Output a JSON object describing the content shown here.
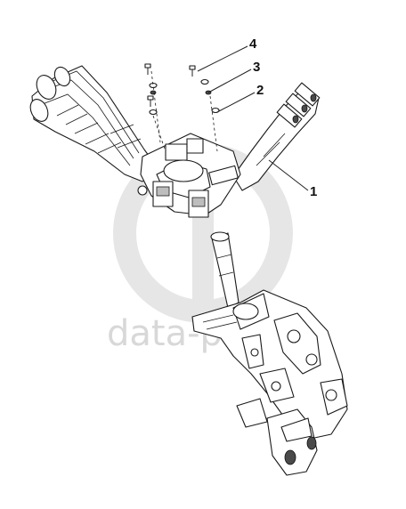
{
  "watermark": {
    "text": "data-parts"
  },
  "callouts": [
    {
      "id": "4",
      "label": "4"
    },
    {
      "id": "3",
      "label": "3"
    },
    {
      "id": "2",
      "label": "2"
    },
    {
      "id": "1",
      "label": "1"
    }
  ],
  "colors": {
    "watermark": "#d8d8d8",
    "ink": "#1a1a1a",
    "shade": "#bdbdbd"
  }
}
